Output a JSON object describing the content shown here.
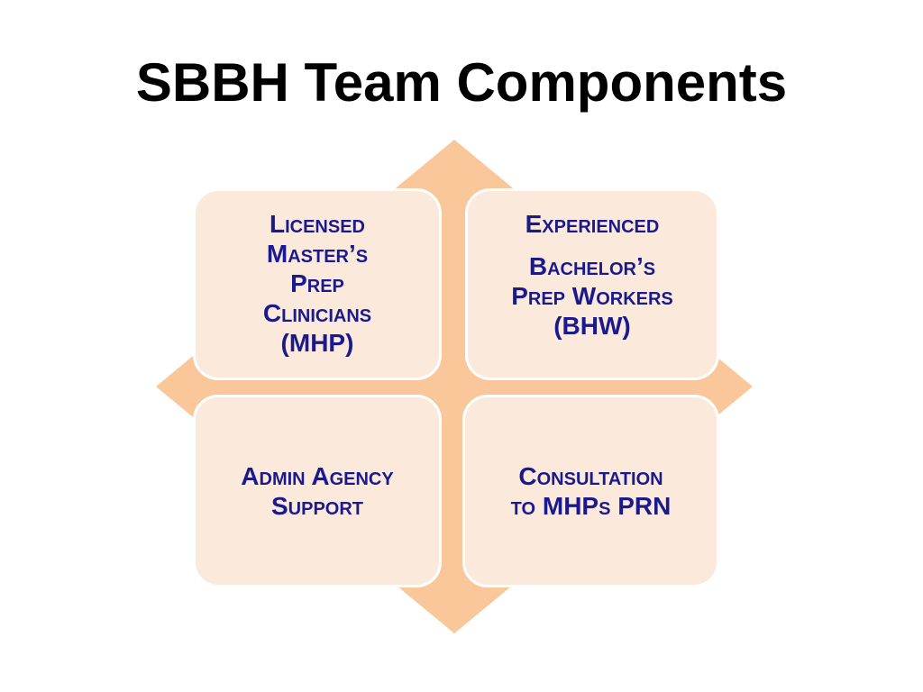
{
  "slide": {
    "title": "SBBH Team Components"
  },
  "diagram": {
    "colors": {
      "diamond": "#f9c799",
      "box_fill": "#fbe9dc",
      "text": "#1a1a8c"
    },
    "quadrants": {
      "top_left": {
        "lines": [
          "Licensed",
          "Master’s",
          "Prep",
          "Clinicians",
          "(MHP)"
        ]
      },
      "top_right": {
        "line1": "Experienced",
        "line2": "Bachelor’s",
        "line3": "Prep Workers",
        "line4": "(BHW)"
      },
      "bottom_left": {
        "line1": "Admin Agency",
        "line2": "Support"
      },
      "bottom_right": {
        "line1": "Consultation",
        "line2": "to MHPs PRN"
      }
    }
  }
}
